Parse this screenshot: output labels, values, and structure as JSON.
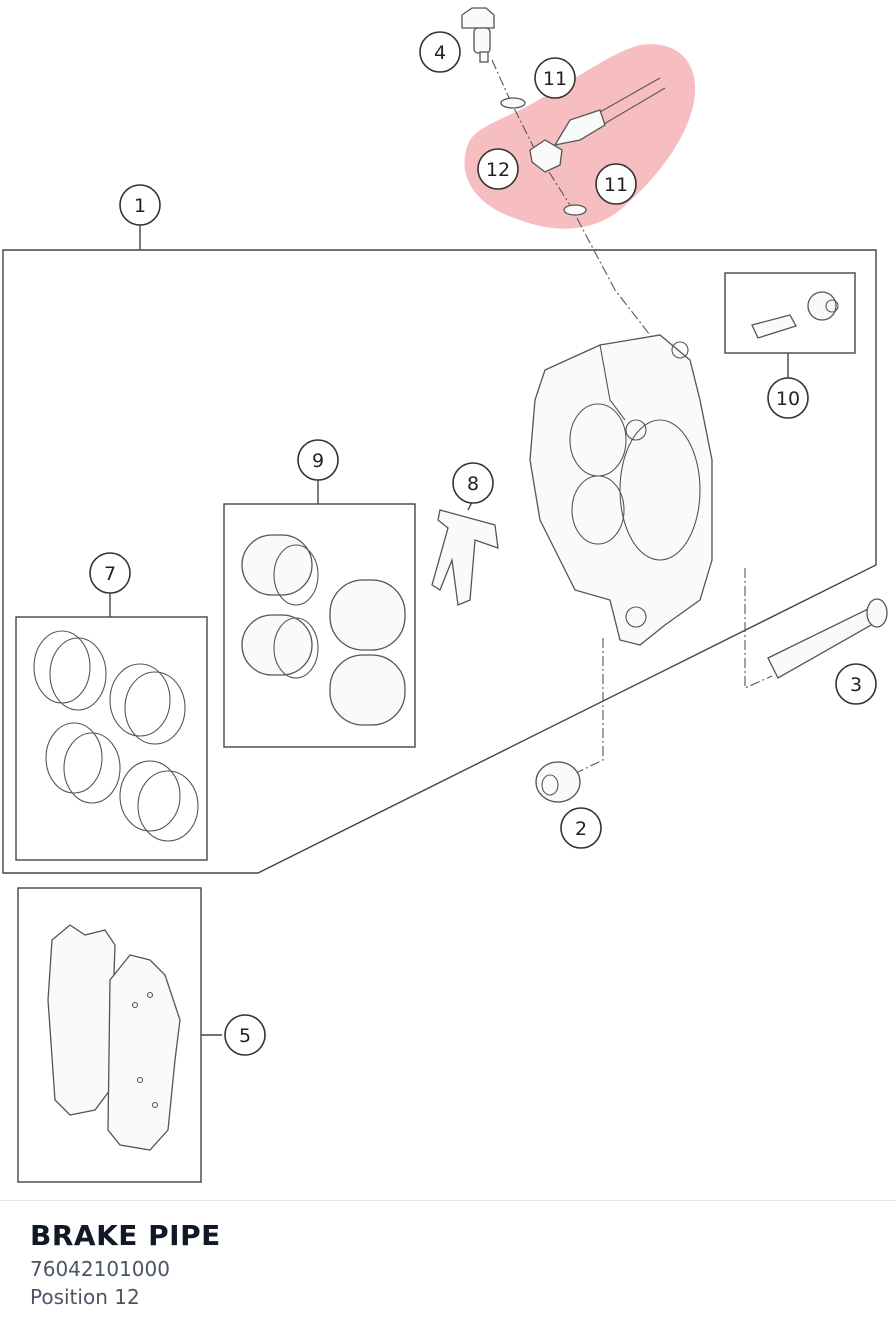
{
  "part": {
    "title": "BRAKE PIPE",
    "number": "76042101000",
    "position": "Position 12"
  },
  "highlight_color": "#f4a3a8",
  "callouts": [
    "1",
    "2",
    "3",
    "4",
    "5",
    "7",
    "8",
    "9",
    "10",
    "11",
    "11",
    "12"
  ]
}
